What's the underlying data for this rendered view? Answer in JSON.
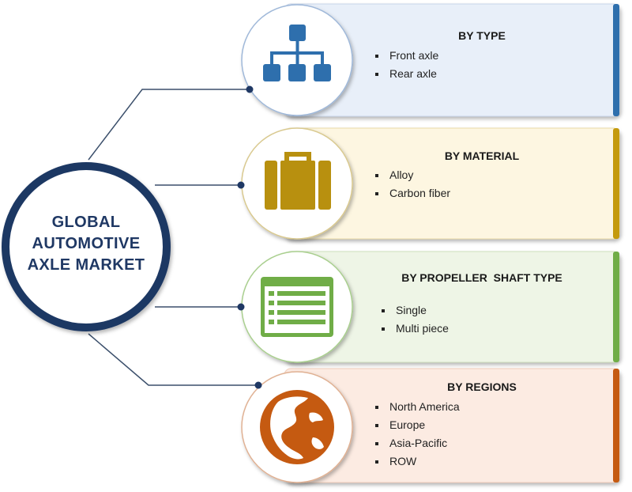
{
  "center": {
    "lines": [
      "GLOBAL",
      "AUTOMOTIVE",
      "AXLE MARKET"
    ]
  },
  "segments": [
    {
      "heading": "BY TYPE",
      "icon": "hierarchy-icon",
      "fill": "#e8eff9",
      "border": "#c9d6ea",
      "accent": "#2e6fad",
      "icon_color": "#2e6fad",
      "items": [
        "Front axle",
        "Rear axle"
      ]
    },
    {
      "heading": "BY MATERIAL",
      "icon": "briefcase-icon",
      "fill": "#fdf6e1",
      "border": "#eadca8",
      "accent": "#c49a0c",
      "icon_color": "#b8900f",
      "items": [
        "Alloy",
        "Carbon fiber"
      ]
    },
    {
      "heading": "BY PROPELLER  SHAFT TYPE",
      "icon": "list-window-icon",
      "fill": "#eef5e6",
      "border": "#cfe1bd",
      "accent": "#70ad47",
      "icon_color": "#70ad47",
      "items": [
        "Single",
        "Multi piece"
      ]
    },
    {
      "heading": "BY REGIONS",
      "icon": "globe-icon",
      "fill": "#fcebe2",
      "border": "#f0cdb9",
      "accent": "#c55a11",
      "icon_color": "#c55a11",
      "items": [
        "North America",
        "Europe",
        "Asia-Pacific",
        "ROW"
      ]
    }
  ],
  "colors": {
    "hub_ring": "#1f3864",
    "connector": "#3b4f6b"
  }
}
